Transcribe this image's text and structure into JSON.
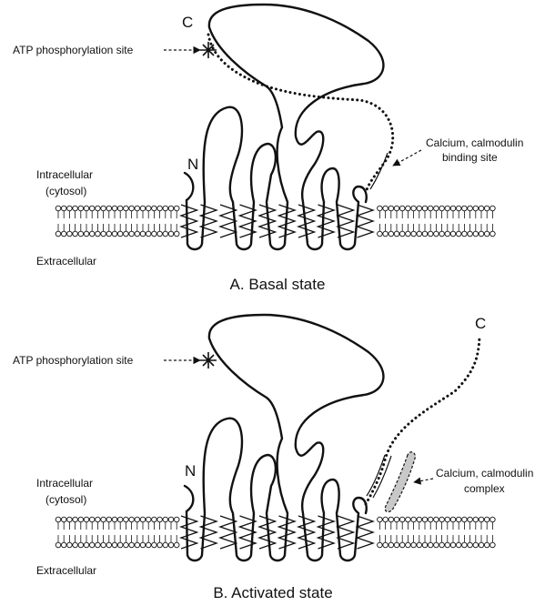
{
  "colors": {
    "ink": "#111111",
    "membrane_fill": "#ffffff",
    "calmodulin_fill": "#c8c8c8"
  },
  "panels": [
    {
      "id": "basal",
      "caption": "A. Basal state",
      "terminus_c": "C",
      "terminus_n": "N",
      "atp_label": "ATP phosphorylation site",
      "region_intracellular": "Intracellular",
      "region_cytosol": "(cytosol)",
      "region_extracellular": "Extracellular",
      "binding_label_line1": "Calcium, calmodulin",
      "binding_label_line2": "binding site"
    },
    {
      "id": "activated",
      "caption": "B. Activated state",
      "terminus_c": "C",
      "terminus_n": "N",
      "atp_label": "ATP phosphorylation site",
      "region_intracellular": "Intracellular",
      "region_cytosol": "(cytosol)",
      "region_extracellular": "Extracellular",
      "binding_label_line1": "Calcium, calmodulin",
      "binding_label_line2": "complex"
    }
  ]
}
